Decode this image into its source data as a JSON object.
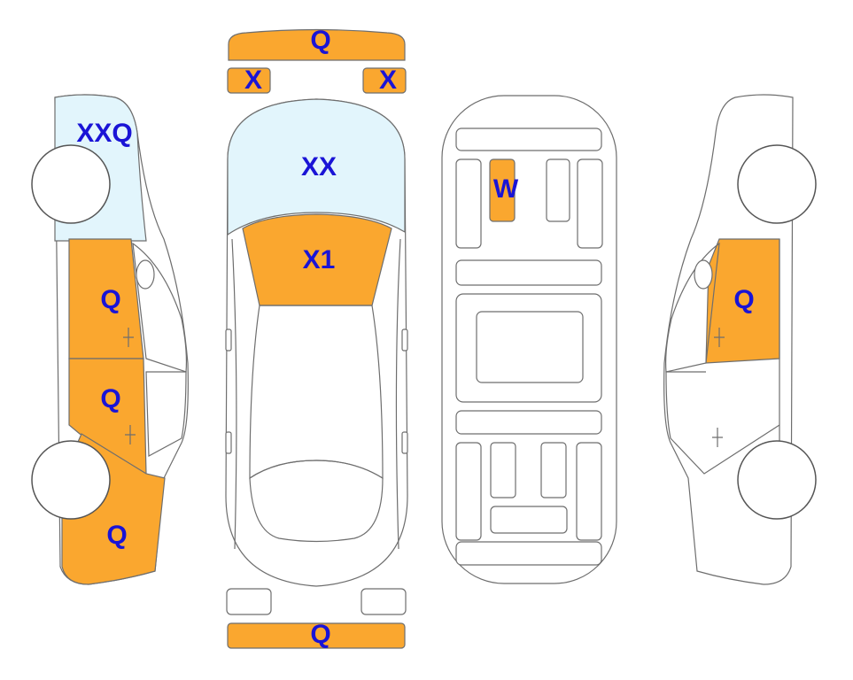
{
  "colors": {
    "damaged": "#faa72f",
    "glass": "#e2f5fc",
    "label": "#1a14d6",
    "outline": "#6e6e6e"
  },
  "labels": {
    "front_bumper": "Q",
    "front_left_light": "X",
    "front_right_light": "X",
    "windshield": "XX",
    "hood": "X1",
    "roof_panel": "W",
    "left_windshield": "XXQ",
    "left_front_door": "Q",
    "left_rear_door": "Q",
    "left_rear_quarter": "Q",
    "right_front_door": "Q",
    "rear_bumper": "Q"
  }
}
